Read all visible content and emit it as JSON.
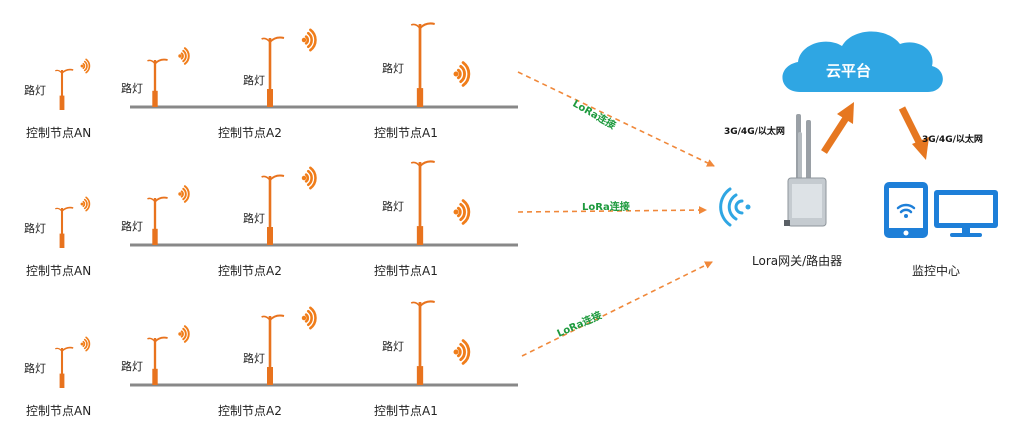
{
  "labels": {
    "lamp": "路灯",
    "node_an": "控制节点AN",
    "node_a2": "控制节点A2",
    "node_a1": "控制节点A1",
    "lora_link": "LoRa连接",
    "network": "3G/4G/以太网",
    "cloud": "云平台",
    "gateway": "Lora网关/路由器",
    "monitor": "监控中心"
  },
  "colors": {
    "lamp_pole": "#e8731e",
    "signal": "#f07d1a",
    "ground": "#888888",
    "arrow": "#f0883a",
    "thick_arrow": "#e67720",
    "cloud": "#2fa6e3",
    "monitor": "#1e7fd8",
    "lora_text": "#1e9a3e"
  },
  "icons": [
    "street-lamp-icon",
    "signal-wave-icon",
    "wifi-icon",
    "cloud-icon",
    "router-icon",
    "tablet-icon",
    "desktop-monitor-icon"
  ]
}
